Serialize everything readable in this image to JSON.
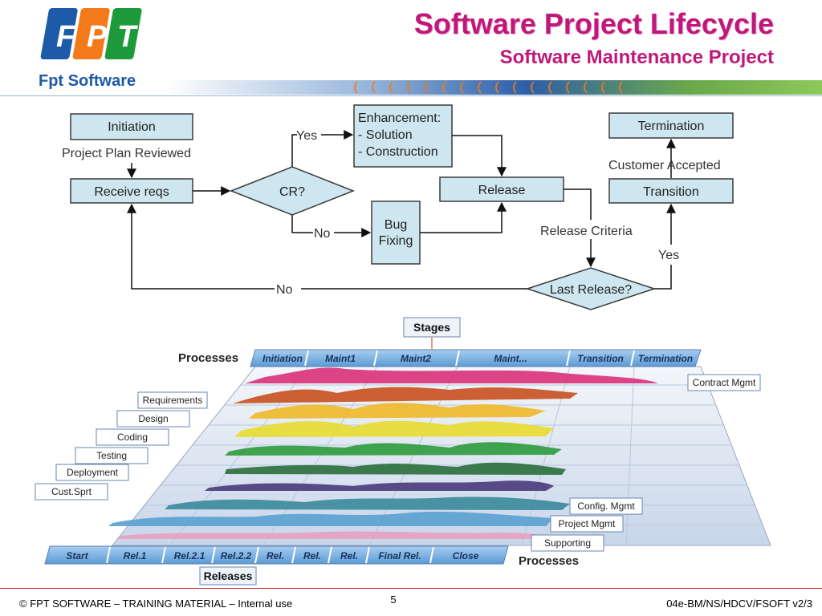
{
  "header": {
    "title": "Software Project Lifecycle",
    "subtitle": "Software Maintenance Project",
    "logo_letters": [
      "F",
      "P",
      "T"
    ],
    "logo_caption": "Fpt Software"
  },
  "flowchart": {
    "nodes": {
      "initiation": "Initiation",
      "receive_reqs": "Receive reqs",
      "cr": "CR?",
      "enhancement": [
        "Enhancement:",
        "- Solution",
        "- Construction"
      ],
      "bug_fixing": [
        "Bug",
        "Fixing"
      ],
      "release": "Release",
      "last_release": "Last Release?",
      "transition": "Transition",
      "termination": "Termination"
    },
    "edge_labels": {
      "plan_reviewed": "Project Plan Reviewed",
      "cr_yes": "Yes",
      "cr_no": "No",
      "release_criteria": "Release Criteria",
      "last_yes": "Yes",
      "last_no": "No",
      "customer_accepted": "Customer Accepted"
    }
  },
  "lifecycle": {
    "stages_label": "Stages",
    "processes_label_top": "Processes",
    "processes_label_bottom": "Processes",
    "releases_label": "Releases",
    "stages": [
      "Initiation",
      "Maint1",
      "Maint2",
      "Maint...",
      "Transition",
      "Termination"
    ],
    "left_processes": [
      "Requirements",
      "Design",
      "Coding",
      "Testing",
      "Deployment",
      "Cust.Sprt"
    ],
    "right_processes": [
      "Contract Mgmt",
      "Config. Mgmt",
      "Project Mgmt",
      "Supporting"
    ],
    "releases": [
      "Start",
      "Rel.1",
      "Rel.2.1",
      "Rel.2.2",
      "Rel.",
      "Rel.",
      "Rel.",
      "Final Rel.",
      "Close"
    ],
    "layer_colors": [
      "#d8327a",
      "#c8501e",
      "#f0b828",
      "#e8dc30",
      "#2e9a3c",
      "#2a6e3c",
      "#4a3a7a",
      "#3a8a9a",
      "#5aa0d0",
      "#e8a0c0"
    ]
  },
  "footer": {
    "copyright": "© FPT SOFTWARE – TRAINING MATERIAL – Internal use",
    "page_number": "5",
    "doc_code": "04e-BM/NS/HDCV/FSOFT v2/3"
  }
}
